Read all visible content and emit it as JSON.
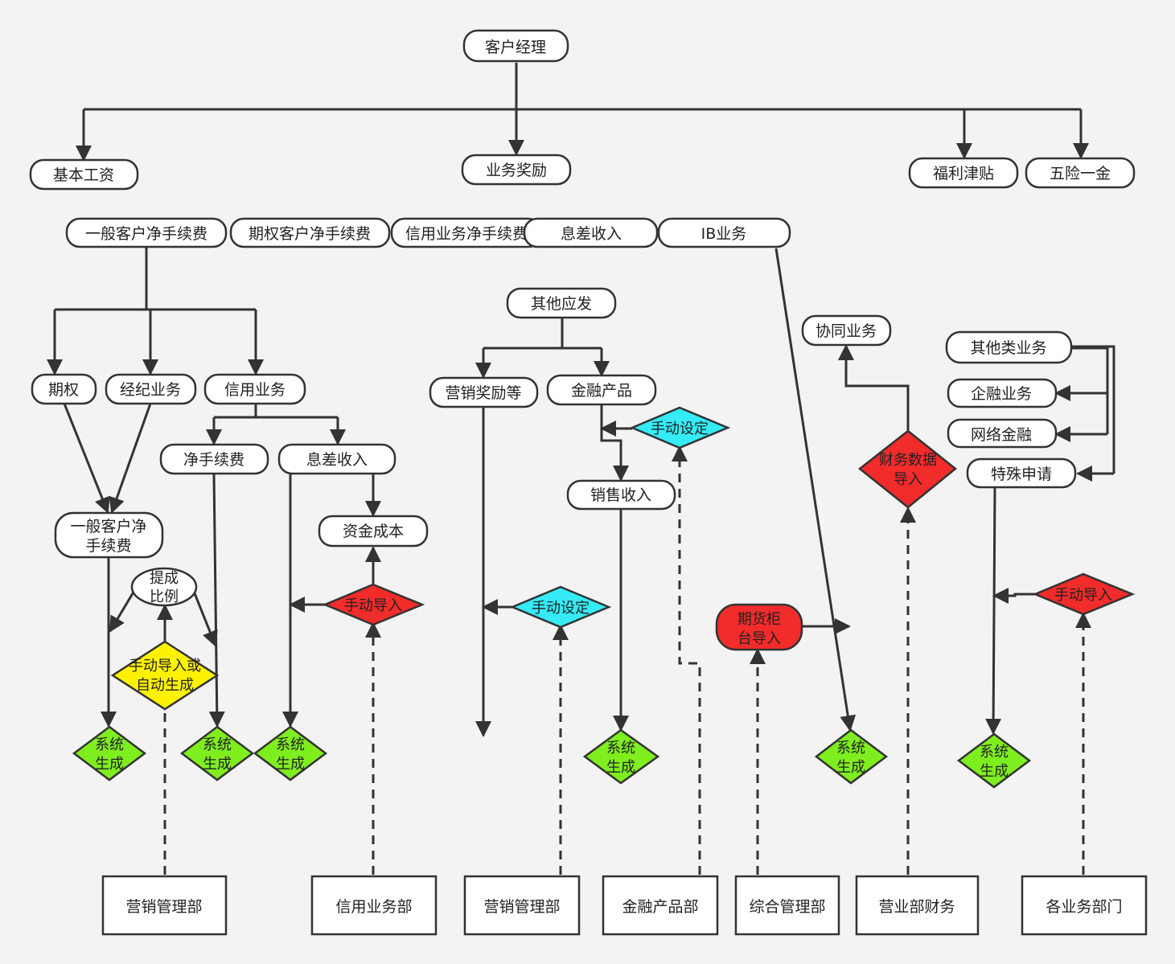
{
  "colors": {
    "green": "#7fee1f",
    "red": "#f22b2b",
    "cyan": "#35ebf5",
    "yellow": "#fff200",
    "white": "#ffffff",
    "stroke": "#333333",
    "background": "#f3f3f3"
  },
  "nodes": {
    "manager": "客户经理",
    "base_salary": "基本工资",
    "business_bonus": "业务奖励",
    "welfare": "福利津贴",
    "insurance": "五险一金",
    "general_net_fee": "一般客户净手续费",
    "option_net_fee": "期权客户净手续费",
    "credit_net_fee": "信用业务净手续费",
    "interest_income_top": "息差收入",
    "ib_business": "IB业务",
    "option": "期权",
    "brokerage": "经纪业务",
    "credit_business": "信用业务",
    "net_fee": "净手续费",
    "interest_income": "息差收入",
    "fund_cost": "资金成本",
    "general_net_fee_2": [
      "一般客户净",
      "手续费"
    ],
    "commission_ratio": [
      "提成",
      "比例"
    ],
    "manual_or_auto": [
      "手动导入或",
      "自动生成"
    ],
    "manual_import_credit": "手动导入",
    "system_gen_1": [
      "系统",
      "生成"
    ],
    "system_gen_2": [
      "系统",
      "生成"
    ],
    "system_gen_3": [
      "系统",
      "生成"
    ],
    "other_payable": "其他应发",
    "marketing_reward": "营销奖励等",
    "financial_product": "金融产品",
    "manual_set_1": "手动设定",
    "manual_set_2": "手动设定",
    "sales_income": "销售收入",
    "system_gen_4": [
      "系统",
      "生成"
    ],
    "futures_import": [
      "期货柜",
      "台导入"
    ],
    "cooperative": "协同业务",
    "finance_import": [
      "财务数据",
      "导入"
    ],
    "system_gen_5": [
      "系统",
      "生成"
    ],
    "other_type": "其他类业务",
    "enterprise_finance": "企融业务",
    "internet_finance": "网络金融",
    "special_request": "特殊申请",
    "manual_import_special": "手动导入",
    "system_gen_6": [
      "系统",
      "生成"
    ]
  },
  "departments": {
    "marketing_1": "营销管理部",
    "credit": "信用业务部",
    "marketing_2": "营销管理部",
    "financial_product": "金融产品部",
    "general_mgmt": "综合管理部",
    "branch_finance": "营业部财务",
    "all_departments": "各业务部门"
  }
}
